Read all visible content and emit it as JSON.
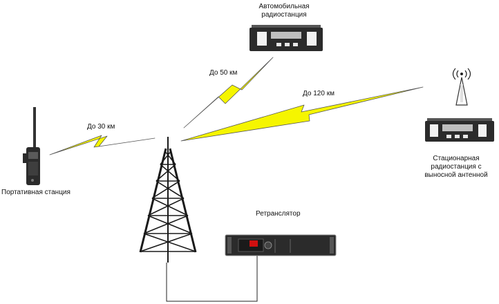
{
  "nodes": {
    "portable": {
      "label": "Портативная станция"
    },
    "mobile": {
      "label_line1": "Автомобильная",
      "label_line2": "радиостанция"
    },
    "stationary": {
      "label_line1": "Стационарная",
      "label_line2": "радиостанция с",
      "label_line3": "выносной антенной"
    },
    "repeater": {
      "label": "Ретранслятор"
    }
  },
  "links": {
    "portable_range": "До 30 км",
    "mobile_range": "До 50 км",
    "stationary_range": "До 120 км"
  },
  "colors": {
    "lightning": "#f5f500",
    "lightning_stroke": "#555555",
    "tower": "#1a1a1a",
    "device_body": "#2b2b2b",
    "repeater_display": "#d01010"
  }
}
